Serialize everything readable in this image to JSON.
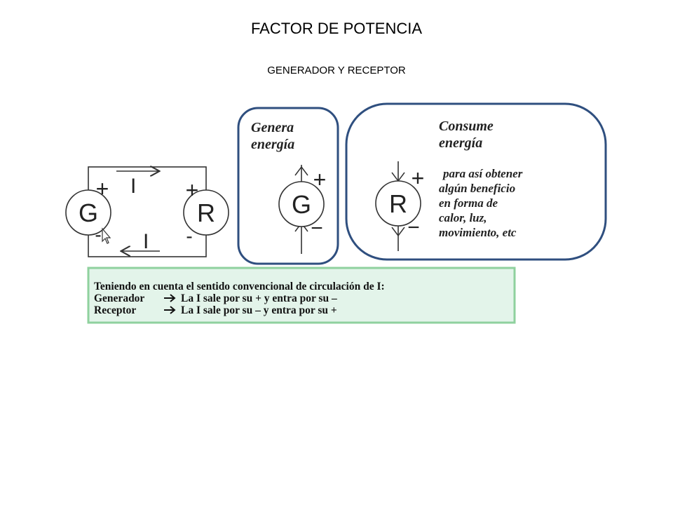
{
  "title": "FACTOR DE POTENCIA",
  "subtitle": "GENERADOR  Y RECEPTOR",
  "circuit": {
    "current_top": "I",
    "current_bottom": "I",
    "generator_letter": "G",
    "receptor_letter": "R",
    "plus": "+",
    "minus": "-"
  },
  "generator_box": {
    "line1": "Genera",
    "line2": "energía",
    "letter": "G",
    "plus": "+",
    "minus": "−"
  },
  "receptor_box": {
    "line1": "Consume",
    "line2": "energía",
    "desc1": "para así obtener",
    "desc2": "algún beneficio",
    "desc3": "en forma de",
    "desc4": "calor, luz,",
    "desc5": "movimiento, etc",
    "letter": "R",
    "plus": "+",
    "minus": "−"
  },
  "note": {
    "line1": "Teniendo en cuenta el sentido convencional de circulación de I:",
    "line2_label": "Generador",
    "line2_text": "La I sale por su + y entra por su –",
    "line3_label": "Receptor",
    "line3_text": "La I sale por su – y entra por su +"
  },
  "colors": {
    "box_border": "#2f4f7f",
    "note_fill": "#e3f4ea",
    "note_border": "#8fd19e"
  }
}
